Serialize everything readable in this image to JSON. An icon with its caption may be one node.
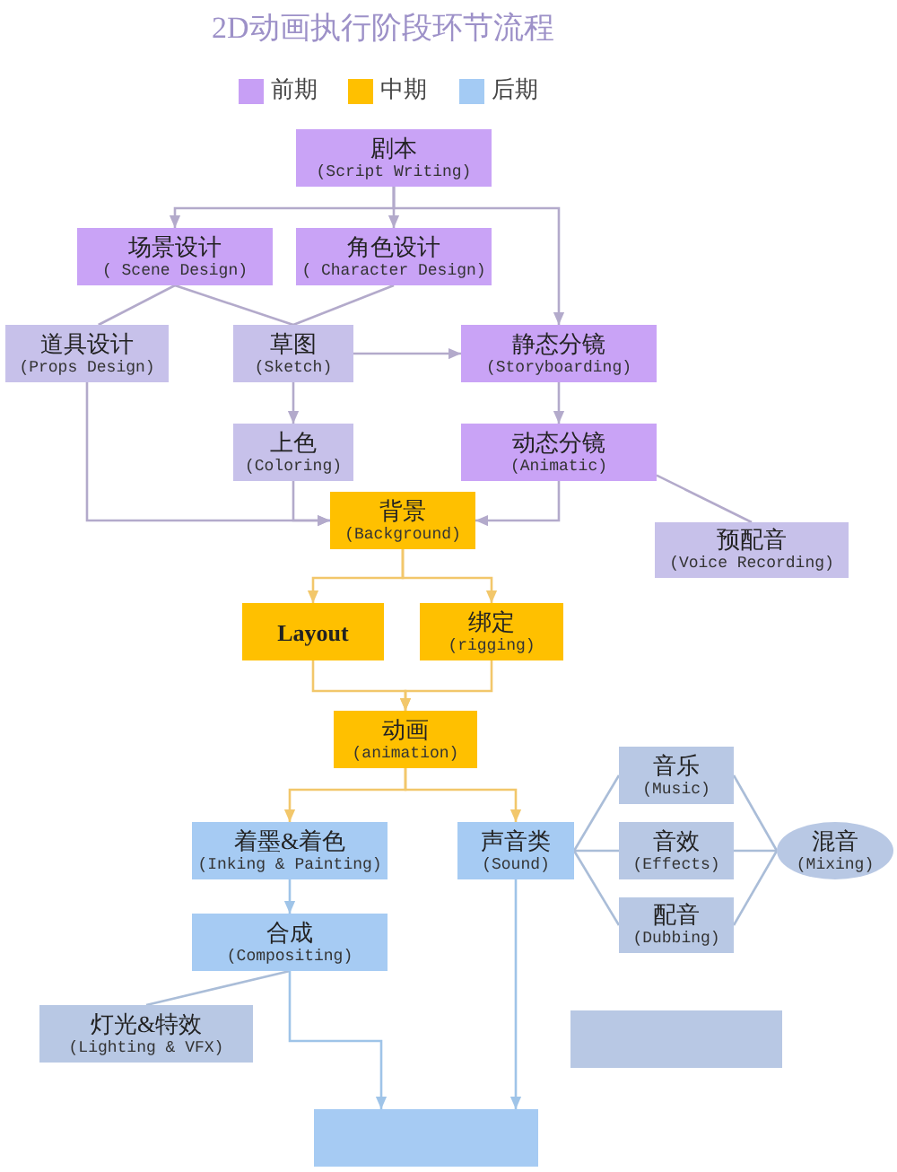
{
  "diagram": {
    "title": "2D动画执行阶段环节流程",
    "nodes": [
      {
        "text": [
          "剧本",
          "(Script Writing)"
        ]
      },
      {
        "text": [
          "场景设计",
          "( Scene Design)"
        ]
      },
      {
        "text": [
          "角色设计",
          "( Character Design)"
        ]
      },
      {
        "text": [
          "道具设计",
          "(Props Design)"
        ]
      },
      {
        "text": [
          "草图",
          "(Sketch)"
        ]
      },
      {
        "text": [
          "静态分镜",
          "(Storyboarding)"
        ]
      },
      {
        "text": [
          "上色",
          "(Coloring)"
        ]
      },
      {
        "text": [
          "动态分镜",
          "(Animatic)"
        ]
      },
      {
        "text": [
          "预配音",
          "(Voice Recording)"
        ]
      },
      {
        "text": [
          "背景",
          "(Background)"
        ]
      },
      {
        "text": [
          "Layout"
        ]
      },
      {
        "text": [
          "绑定",
          "(rigging)"
        ]
      },
      {
        "text": [
          "动画",
          "(animation)"
        ]
      },
      {
        "text": [
          "着墨&着色",
          "(Inking & Painting)"
        ]
      },
      {
        "text": [
          "声音类",
          "(Sound)"
        ]
      },
      {
        "text": [
          "音乐",
          "(Music)"
        ]
      },
      {
        "text": [
          "音效",
          "(Effects)"
        ]
      },
      {
        "text": [
          "配音",
          "(Dubbing)"
        ]
      },
      {
        "text": [
          "混音",
          "(Mixing)"
        ]
      },
      {
        "text": [
          "合成",
          "(Compositing)"
        ]
      },
      {
        "text": [
          "灯光&特效",
          "(Lighting & VFX)"
        ]
      },
      {
        "text": [],
        "shape": "box"
      },
      {
        "text": [],
        "shape": "box"
      }
    ],
    "edges": [
      {
        "from": 0,
        "to": 1,
        "arrow": "to"
      },
      {
        "from": 0,
        "to": 2,
        "arrow": "to"
      },
      {
        "from": 0,
        "to": 5,
        "arrow": "to"
      },
      {
        "from": 1,
        "to": 3,
        "arrow": "none"
      },
      {
        "from": 1,
        "to": 4,
        "arrow": "none"
      },
      {
        "from": 2,
        "to": 4,
        "arrow": "none"
      },
      {
        "from": 4,
        "to": 5,
        "arrow": "to"
      },
      {
        "from": 4,
        "to": 6,
        "arrow": "to"
      },
      {
        "from": 5,
        "to": 7,
        "arrow": "to"
      },
      {
        "from": 7,
        "to": 8,
        "arrow": "none"
      },
      {
        "from": 3,
        "to": 9,
        "arrow": "to"
      },
      {
        "from": 6,
        "to": 9,
        "arrow": "to"
      },
      {
        "from": 7,
        "to": 9,
        "arrow": "to"
      },
      {
        "from": 9,
        "to": 10,
        "arrow": "to",
        "color": "#f2c76b"
      },
      {
        "from": 9,
        "to": 11,
        "arrow": "to",
        "color": "#f2c76b"
      },
      {
        "from": 10,
        "to": 12,
        "arrow": "to",
        "color": "#f2c76b"
      },
      {
        "from": 11,
        "to": 12,
        "arrow": "to",
        "color": "#f2c76b"
      },
      {
        "from": 12,
        "to": 13,
        "arrow": "to",
        "color": "#f2c76b"
      },
      {
        "from": 12,
        "to": 14,
        "arrow": "to",
        "color": "#f2c76b"
      },
      {
        "from": 14,
        "to": 15,
        "arrow": "none",
        "color": "#aabdd8"
      },
      {
        "from": 14,
        "to": 16,
        "arrow": "none",
        "color": "#aabdd8"
      },
      {
        "from": 14,
        "to": 17,
        "arrow": "none",
        "color": "#aabdd8"
      },
      {
        "from": 15,
        "to": 18,
        "arrow": "none",
        "color": "#aabdd8"
      },
      {
        "from": 16,
        "to": 18,
        "arrow": "none",
        "color": "#aabdd8"
      },
      {
        "from": 17,
        "to": 18,
        "arrow": "none",
        "color": "#aabdd8"
      },
      {
        "from": 13,
        "to": 19,
        "arrow": "to",
        "color": "#9fc4e8"
      },
      {
        "from": 19,
        "to": 20,
        "arrow": "none",
        "color": "#aabdd8"
      },
      {
        "from": 19,
        "to": 22,
        "arrow": "to",
        "color": "#9fc4e8"
      },
      {
        "from": 14,
        "to": 22,
        "arrow": "to",
        "color": "#9fc4e8"
      }
    ],
    "legend": [
      {
        "text": "前期",
        "color": "#c79ff5"
      },
      {
        "text": "中期",
        "color": "#ffc000"
      },
      {
        "text": "后期",
        "color": "#a4cbf4"
      }
    ]
  }
}
